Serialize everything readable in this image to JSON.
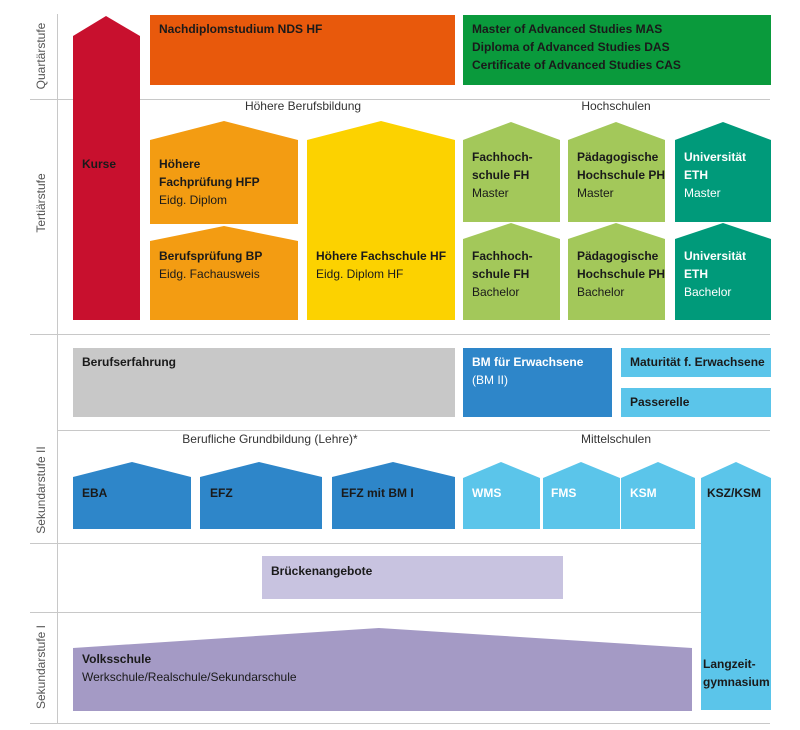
{
  "levels": {
    "quartaer": "Quartärstufe",
    "tertiaer": "Tertiärstufe",
    "sek2": "Sekundarstufe II",
    "sek1": "Sekundarstufe I"
  },
  "sections": {
    "hoehere_berufsbildung": "Höhere Berufsbildung",
    "hochschulen": "Hochschulen",
    "berufliche_grundbildung": "Berufliche Grundbildung (Lehre)*",
    "mittelschulen": "Mittelschulen"
  },
  "boxes": {
    "kurse": "Kurse",
    "nds": "Nachdiplomstudium NDS HF",
    "mas": "Master of Advanced Studies MAS",
    "das": "Diploma of Advanced Studies DAS",
    "cas": "Certificate of Advanced Studies CAS",
    "hfp_1": "Höhere",
    "hfp_2": "Fachprüfung HFP",
    "hfp_sub": "Eidg. Diplom",
    "bp": "Berufsprüfung BP",
    "bp_sub": "Eidg. Fachausweis",
    "hf": "Höhere Fachschule HF",
    "hf_sub": "Eidg. Diplom HF",
    "fh_1": "Fachhoch-",
    "fh_2": "schule FH",
    "master": "Master",
    "bachelor": "Bachelor",
    "ph_1": "Pädagogische",
    "ph_2": "Hochschule PH",
    "uni_1": "Universität",
    "uni_2": "ETH",
    "berufserfahrung": "Berufserfahrung",
    "bm_erw": "BM für Erwachsene",
    "bm_erw_sub": "(BM II)",
    "maturitaet_erw": "Maturität f. Erwachsene",
    "passerelle": "Passerelle",
    "eba": "EBA",
    "efz": "EFZ",
    "efz_bm": "EFZ mit BM I",
    "wms": "WMS",
    "fms": "FMS",
    "ksm": "KSM",
    "ksz_ksm": "KSZ/KSM",
    "brueckenangebote": "Brückenangebote",
    "volksschule": "Volksschule",
    "volksschule_sub": "Werkschule/Realschule/Sekundarschule",
    "langzeit_1": "Langzeit-",
    "langzeit_2": "gymnasium"
  },
  "colors": {
    "red": "#c8102e",
    "orange_dark": "#e8590c",
    "orange": "#f39c12",
    "yellow": "#fcd200",
    "green_dark": "#0a9a3c",
    "green_light": "#a3c85a",
    "teal": "#009a7a",
    "grey": "#c8c8c8",
    "blue": "#2e86c9",
    "cyan": "#5bc5ea",
    "lavender": "#c8c3e0",
    "purple": "#a49ac5"
  }
}
